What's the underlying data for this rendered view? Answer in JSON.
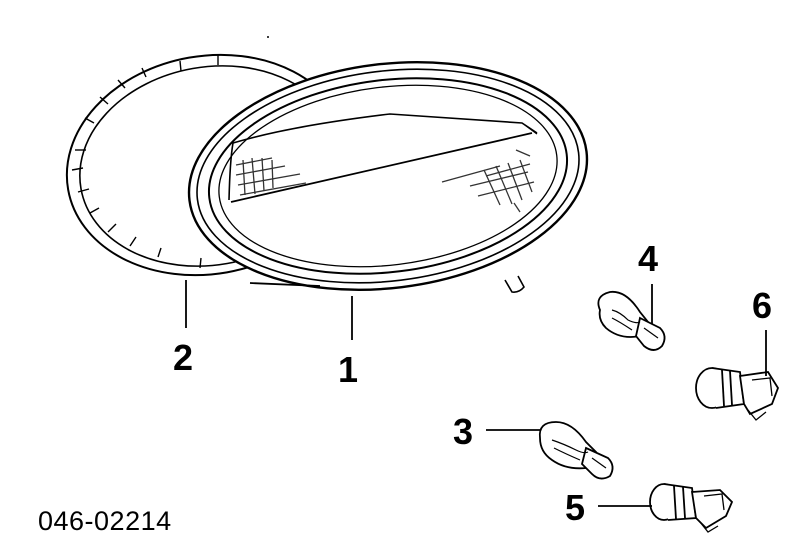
{
  "diagram": {
    "part_number": "046-02214",
    "callouts": [
      {
        "id": "1",
        "label": "1"
      },
      {
        "id": "2",
        "label": "2"
      },
      {
        "id": "3",
        "label": "3"
      },
      {
        "id": "4",
        "label": "4"
      },
      {
        "id": "5",
        "label": "5"
      },
      {
        "id": "6",
        "label": "6"
      }
    ]
  },
  "colors": {
    "ink": "#000000",
    "paper": "#ffffff",
    "hatch": "#333333"
  }
}
